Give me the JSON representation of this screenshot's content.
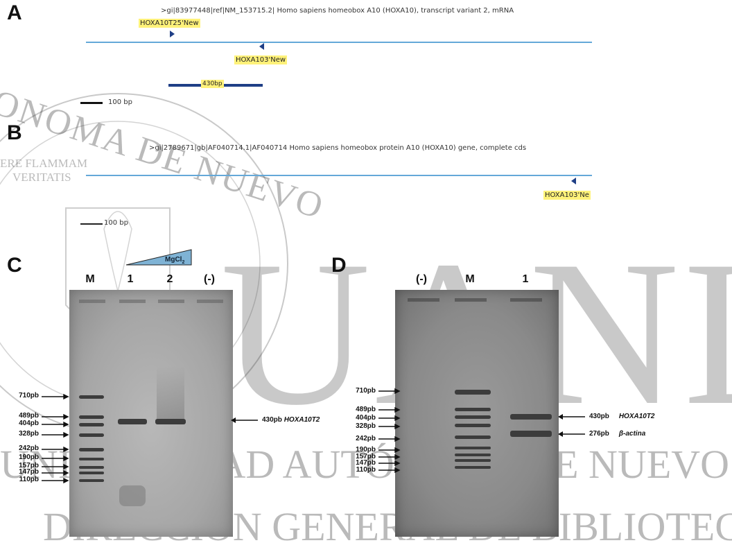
{
  "panelA": {
    "letter": "A",
    "title": ">gi|83977448|ref|NM_153715.2| Homo sapiens homeobox A10 (HOXA10), transcript variant 2, mRNA",
    "forward_primer": "HOXA10T25'New",
    "reverse_primer": "HOXA103'New",
    "product_label": "430bp",
    "scale_label": "100 bp"
  },
  "panelB": {
    "letter": "B",
    "title": ">gi|2789671|gb|AF040714.1|AF040714 Homo sapiens homeobox protein A10 (HOXA10) gene, complete cds",
    "reverse_primer": "HOXA103'Ne",
    "scale_label": "100 bp"
  },
  "panelC": {
    "letter": "C",
    "lanes": [
      "M",
      "1",
      "2",
      "(-)"
    ],
    "gradient_label": "MgCl",
    "gradient_sub": "2",
    "ladder": [
      "710pb",
      "489pb",
      "404pb",
      "328pb",
      "242pb",
      "190pb",
      "157pb",
      "147pb",
      "110pb"
    ],
    "product_size": "430pb",
    "product_name": "HOXA10T2"
  },
  "panelD": {
    "letter": "D",
    "lanes": [
      "(-)",
      "M",
      "1"
    ],
    "ladder": [
      "710pb",
      "489pb",
      "404pb",
      "328pb",
      "242pb",
      "190pb",
      "157pb",
      "147pb",
      "110pb"
    ],
    "product_size": "430pb",
    "product_name": "HOXA10T2",
    "control_size": "276pb",
    "control_name": "β-actina"
  },
  "watermark": {
    "line1": "UNIVERSIDAD AUTÓNOMA DE NUEVO LEÓN",
    "line2": "DIRECCIÓN GENERAL DE BIBLIOTECAS",
    "big": "UANL",
    "seal_top": "ONOMA DE NUEVO",
    "seal_motto1": "ERE FLAMMAM",
    "seal_motto2": "VERITATIS"
  },
  "colors": {
    "sequence_line": "#64a8d8",
    "primer_highlight": "#fff27a",
    "product_bar": "#1f3f86",
    "gradient_fill": "#7fb3d5"
  }
}
